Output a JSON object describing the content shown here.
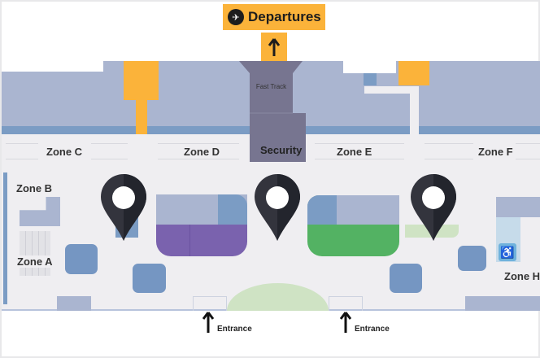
{
  "map": {
    "departures_sign": {
      "label": "Departures",
      "icon": "plane-takeoff-icon"
    },
    "fast_track_label": "Fast Track",
    "security_label": "Security",
    "zones": [
      "Zone A",
      "Zone B",
      "Zone C",
      "Zone D",
      "Zone E",
      "Zone F",
      "Zone H"
    ],
    "entrances": [
      "Entrance",
      "Entrance"
    ],
    "pins": [
      "location-pin-icon",
      "location-pin-icon",
      "location-pin-icon"
    ],
    "colors": {
      "sign": "#fbb33a",
      "purple_area": "#7a62ae",
      "green_area": "#53b263",
      "security": "#777590"
    }
  }
}
